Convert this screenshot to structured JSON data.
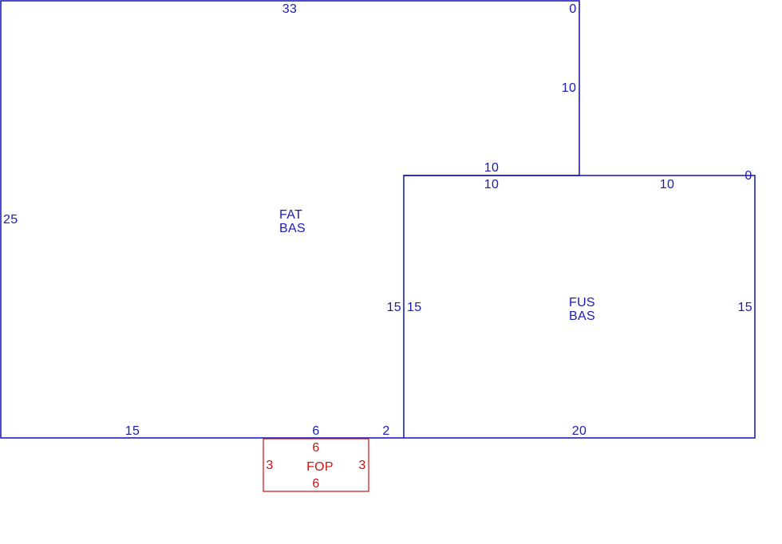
{
  "colors": {
    "main": "#1a1ab8",
    "addition": "#cc1111",
    "background": "#ffffff"
  },
  "areas": [
    {
      "id": "fat-bas",
      "label_line1": "FAT",
      "label_line2": "BAS",
      "color": "main",
      "dimensions": {
        "top": "33",
        "top_right_corner": "0",
        "right_upper": "10",
        "right_notch_top": "10",
        "left": "25",
        "bottom_left": "15",
        "bottom_middle": "6",
        "bottom_right": "2",
        "right_lower": "15"
      }
    },
    {
      "id": "fus-bas",
      "label_line1": "FUS",
      "label_line2": "BAS",
      "color": "main",
      "dimensions": {
        "top_left": "10",
        "top_right": "10",
        "top_right_corner": "0",
        "left": "15",
        "right": "15",
        "bottom": "20"
      }
    },
    {
      "id": "fop",
      "label": "FOP",
      "color": "addition",
      "dimensions": {
        "top": "6",
        "bottom": "6",
        "left": "3",
        "right": "3"
      }
    }
  ]
}
